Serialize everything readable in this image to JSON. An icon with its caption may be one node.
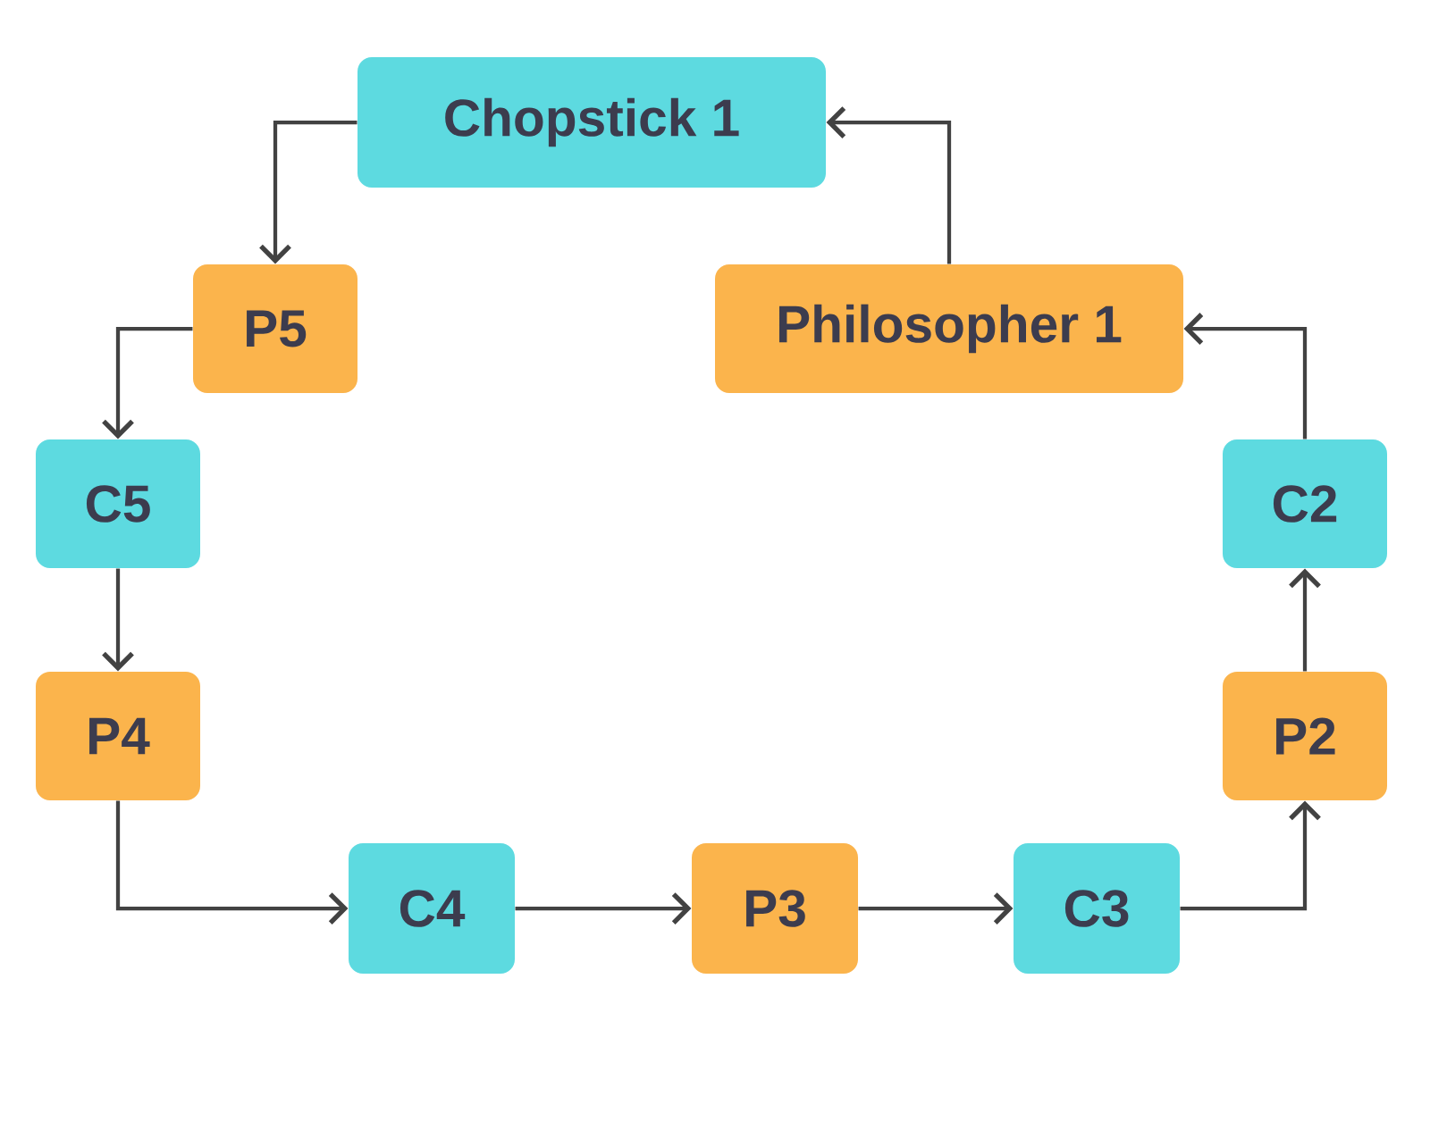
{
  "diagram": {
    "nodes": [
      {
        "text": [
          "Chopstick 1"
        ]
      },
      {
        "text": [
          "P5"
        ]
      },
      {
        "text": [
          "Philosopher 1"
        ]
      },
      {
        "text": [
          "C5"
        ]
      },
      {
        "text": [
          "C2"
        ]
      },
      {
        "text": [
          "P4"
        ]
      },
      {
        "text": [
          "P2"
        ]
      },
      {
        "text": [
          "C4"
        ]
      },
      {
        "text": [
          "P3"
        ]
      },
      {
        "text": [
          "C3"
        ]
      }
    ],
    "edges": [
      {
        "from": 2,
        "to": 0,
        "arrow": "to"
      },
      {
        "from": 0,
        "to": 1,
        "arrow": "to"
      },
      {
        "from": 1,
        "to": 3,
        "arrow": "to"
      },
      {
        "from": 3,
        "to": 5,
        "arrow": "to"
      },
      {
        "from": 5,
        "to": 7,
        "arrow": "to"
      },
      {
        "from": 7,
        "to": 8,
        "arrow": "to"
      },
      {
        "from": 8,
        "to": 9,
        "arrow": "to"
      },
      {
        "from": 9,
        "to": 6,
        "arrow": "to"
      },
      {
        "from": 6,
        "to": 4,
        "arrow": "to"
      },
      {
        "from": 4,
        "to": 2,
        "arrow": "to"
      }
    ]
  }
}
